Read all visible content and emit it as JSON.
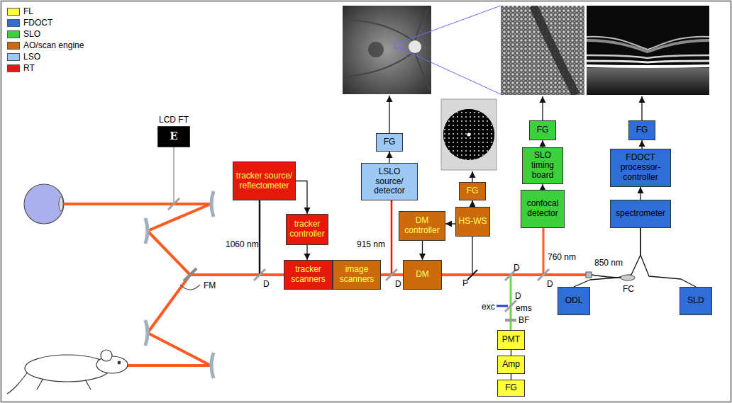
{
  "diagram": {
    "nodes": [
      {
        "text": [
          "LCD FT",
          "E"
        ]
      },
      {
        "text": [
          "tracker source/ reflectometer"
        ]
      },
      {
        "text": [
          "tracker controller"
        ]
      },
      {
        "text": [
          "tracker scanners"
        ]
      },
      {
        "text": [
          "image scanners"
        ]
      },
      {
        "text": [
          "FG"
        ]
      },
      {
        "text": [
          "LSLO source/ detector"
        ]
      },
      {
        "text": [
          "FG"
        ]
      },
      {
        "text": [
          "HS-WS"
        ]
      },
      {
        "text": [
          "DM controller"
        ]
      },
      {
        "text": [
          "DM"
        ]
      },
      {
        "text": [
          "FG"
        ]
      },
      {
        "text": [
          "SLO timing board"
        ]
      },
      {
        "text": [
          "confocal detector"
        ]
      },
      {
        "text": [
          "FG"
        ]
      },
      {
        "text": [
          "FDOCT processor- controller"
        ]
      },
      {
        "text": [
          "spectrometer"
        ]
      },
      {
        "text": [
          "ODL"
        ]
      },
      {
        "text": [
          "SLD"
        ]
      },
      {
        "text": [
          "PMT"
        ]
      },
      {
        "text": [
          "Amp"
        ]
      },
      {
        "text": [
          "FG"
        ]
      }
    ],
    "edges": [
      {
        "from": 1,
        "to": 2,
        "arrow": "to"
      },
      {
        "from": 2,
        "to": 3,
        "arrow": "to"
      },
      {
        "from": 4,
        "to": 10,
        "arrow": "none"
      },
      {
        "from": 9,
        "to": 10,
        "arrow": "to"
      },
      {
        "from": 8,
        "to": 9,
        "arrow": "to"
      },
      {
        "from": 8,
        "to": 7,
        "arrow": "to"
      },
      {
        "from": 6,
        "to": 5,
        "arrow": "to"
      },
      {
        "from": 13,
        "to": 12,
        "arrow": "to"
      },
      {
        "from": 12,
        "to": 11,
        "arrow": "to"
      },
      {
        "from": 16,
        "to": 15,
        "arrow": "to"
      },
      {
        "from": 15,
        "to": 14,
        "arrow": "to"
      },
      {
        "from": 19,
        "to": 20,
        "arrow": "none"
      },
      {
        "from": 20,
        "to": 21,
        "arrow": "none"
      },
      {
        "from": 17,
        "to": 16,
        "arrow": "none"
      },
      {
        "from": 18,
        "to": 16,
        "arrow": "none"
      }
    ],
    "labels": [
      "1060 nm",
      "D",
      "FM",
      "915 nm",
      "D",
      "P",
      "D",
      "exc",
      "D",
      "ems",
      "BF",
      "760 nm",
      "D",
      "850 nm",
      "FC"
    ],
    "legend": [
      {
        "text": "FL",
        "color": "#ffff3a"
      },
      {
        "text": "FDOCT",
        "color": "#2f6dd8"
      },
      {
        "text": "SLO",
        "color": "#3dd03d"
      },
      {
        "text": "AO/scan engine",
        "color": "#cc6a0e"
      },
      {
        "text": "LSO",
        "color": "#9cc8f5"
      },
      {
        "text": "RT",
        "color": "#e5180c"
      }
    ]
  }
}
